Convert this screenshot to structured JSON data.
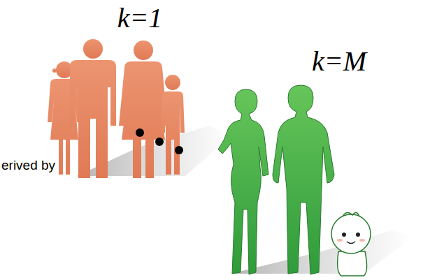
{
  "diagram": {
    "labels": [
      "k=1",
      "k=M",
      "erived by"
    ]
  }
}
